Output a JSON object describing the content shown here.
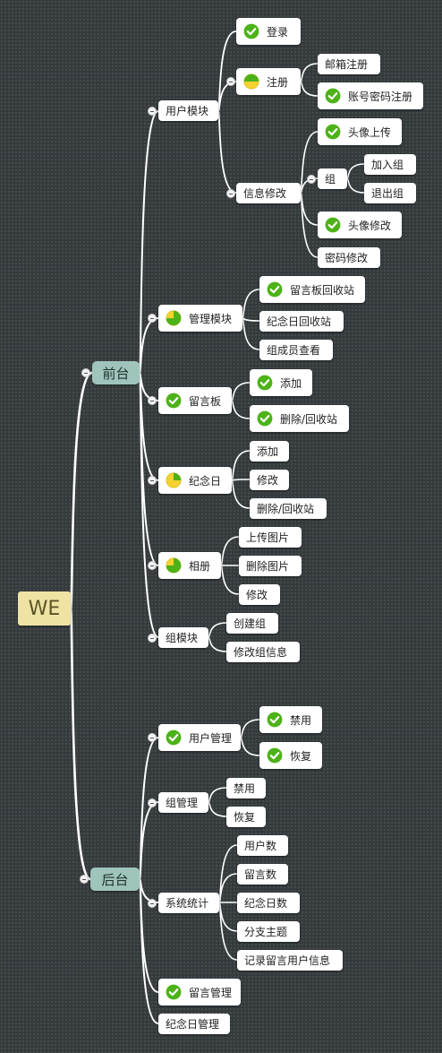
{
  "root": {
    "label": "WE"
  },
  "frontend": {
    "label": "前台",
    "user_module": {
      "label": "用户模块",
      "login": "登录",
      "register": {
        "label": "注册",
        "email": "邮箱注册",
        "account": "账号密码注册"
      },
      "info_edit": {
        "label": "信息修改",
        "avatar_upload": "头像上传",
        "group": {
          "label": "组",
          "join": "加入组",
          "quit": "退出组"
        },
        "avatar_edit": "头像修改",
        "password_edit": "密码修改"
      }
    },
    "manage_module": {
      "label": "管理模块",
      "board_recycle": "留言板回收站",
      "anniversary_recycle": "纪念日回收站",
      "group_members": "组成员查看"
    },
    "message_board": {
      "label": "留言板",
      "add": "添加",
      "delete_recycle": "删除/回收站"
    },
    "anniversary": {
      "label": "纪念日",
      "add": "添加",
      "edit": "修改",
      "delete_recycle": "删除/回收站"
    },
    "album": {
      "label": "相册",
      "upload": "上传图片",
      "delete": "删除图片",
      "edit": "修改"
    },
    "group_module": {
      "label": "组模块",
      "create": "创建组",
      "edit_info": "修改组信息"
    }
  },
  "backend": {
    "label": "后台",
    "user_manage": {
      "label": "用户管理",
      "ban": "禁用",
      "restore": "恢复"
    },
    "group_manage": {
      "label": "组管理",
      "ban": "禁用",
      "restore": "恢复"
    },
    "stats": {
      "label": "系统统计",
      "users": "用户数",
      "messages": "留言数",
      "anniversaries": "纪念日数",
      "branch_topics": "分支主题",
      "records": "记录留言用户信息"
    },
    "message_manage": "留言管理",
    "anniversary_manage": "纪念日管理"
  },
  "colors": {
    "background": "#353a3d",
    "connector": "#ffffff",
    "root_fill": "#efe3a4",
    "main_fill": "#9fc4bc",
    "node_fill": "#ffffff",
    "done_icon": "#4db218",
    "progress_fill": "#f6d230"
  },
  "icons": {
    "login": "check-icon",
    "register": "progress-half-icon",
    "register_account": "check-icon",
    "avatar_upload": "check-icon",
    "avatar_edit": "check-icon",
    "manage_module": "progress-three-quarter-icon",
    "board_recycle": "check-icon",
    "message_board": "check-icon",
    "board_add": "check-icon",
    "board_delete_recycle": "check-icon",
    "anniversary": "progress-quarter-icon",
    "album": "progress-three-quarter-icon",
    "user_manage": "check-icon",
    "ban": "check-icon",
    "restore": "check-icon",
    "message_manage": "check-icon"
  }
}
